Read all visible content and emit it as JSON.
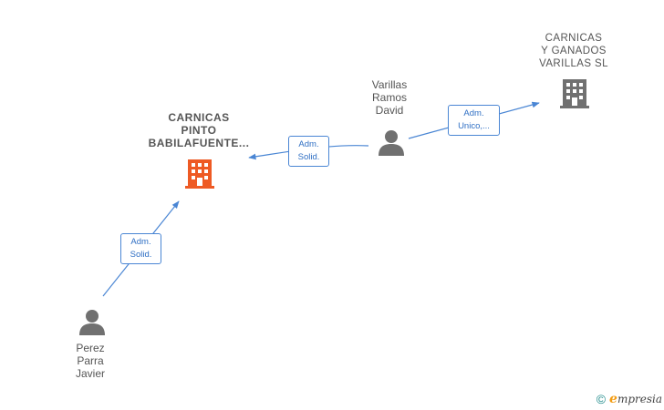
{
  "nodes": {
    "carnicas_pinto": {
      "lines": [
        "CARNICAS",
        "PINTO",
        "BABILAFUENTE..."
      ],
      "type": "company",
      "color": "#ee5a24"
    },
    "carnicas_ganados": {
      "lines": [
        "CARNICAS",
        "Y GANADOS",
        "VARILLAS  SL"
      ],
      "type": "company",
      "color": "#707070"
    },
    "varillas": {
      "lines": [
        "Varillas",
        "Ramos",
        "David"
      ],
      "type": "person",
      "color": "#707070"
    },
    "perez": {
      "lines": [
        "Perez",
        "Parra",
        "Javier"
      ],
      "type": "person",
      "color": "#707070"
    }
  },
  "edges": [
    {
      "id": "varillas_to_pinto",
      "label": [
        "Adm.",
        "Solid."
      ]
    },
    {
      "id": "varillas_to_ganados",
      "label": [
        "Adm.",
        "Unico,..."
      ]
    },
    {
      "id": "perez_to_pinto",
      "label": [
        "Adm.",
        "Solid."
      ]
    }
  ],
  "footer": {
    "copyright": "©",
    "brand_initial": "e",
    "brand_rest": "mpresia"
  },
  "colors": {
    "edge": "#4a86d4",
    "accent_company": "#ee5a24",
    "neutral": "#707070"
  }
}
